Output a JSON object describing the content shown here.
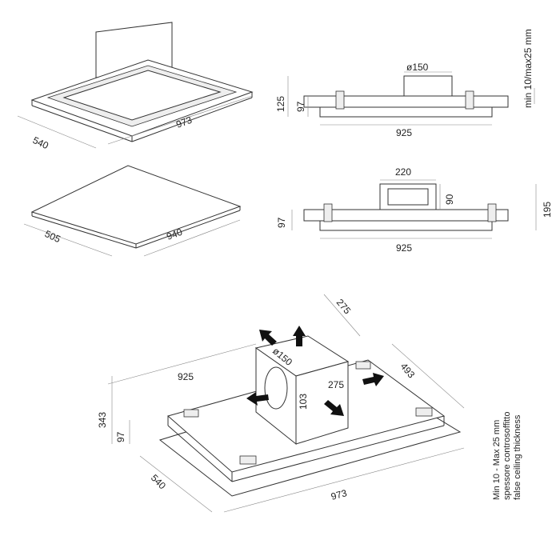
{
  "top_left_iso": {
    "depth": "540",
    "width": "973"
  },
  "top_right_side": {
    "duct": "ø150",
    "height_total": "125",
    "height_body": "97",
    "width": "925",
    "ceiling_note": "min 10/max25 mm"
  },
  "mid_left_panel": {
    "depth": "505",
    "width": "940"
  },
  "mid_right_side": {
    "box_width": "220",
    "box_height": "90",
    "height_body": "97",
    "height_total": "195",
    "width": "925"
  },
  "bottom_iso": {
    "box_depth": "275",
    "duct": "ø150",
    "box_width": "275",
    "box_height": "103",
    "width_inner": "925",
    "depth_inner": "493",
    "height_total": "343",
    "height_body": "97",
    "depth_outer": "540",
    "width_outer": "973",
    "note_lines": [
      "Min 10 - Max 25 mm",
      "spessore controsoffitto",
      "false ceiling thickness"
    ]
  }
}
